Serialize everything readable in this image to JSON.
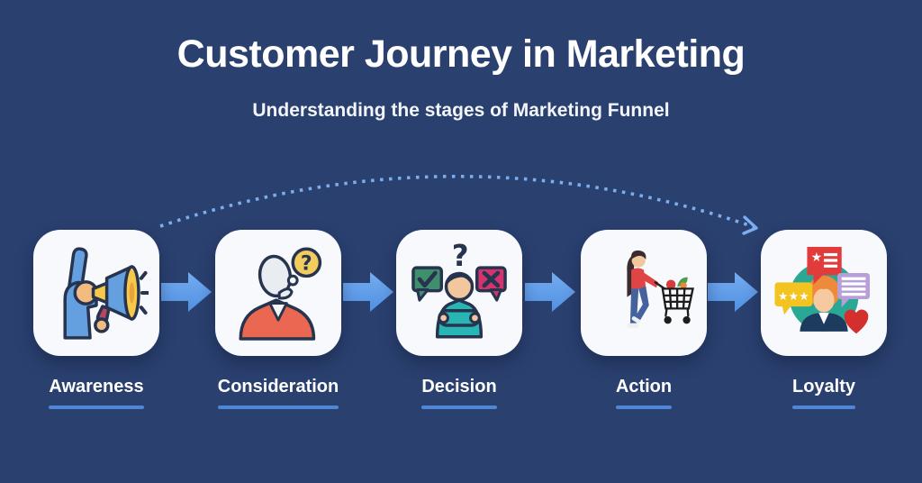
{
  "title": "Customer Journey in Marketing",
  "subtitle": "Understanding the stages of Marketing Funnel",
  "stages": [
    {
      "label": "Awareness",
      "icon": "megaphone-announcement-icon"
    },
    {
      "label": "Consideration",
      "icon": "thinking-question-icon"
    },
    {
      "label": "Decision",
      "icon": "yes-no-choice-icon"
    },
    {
      "label": "Action",
      "icon": "shopping-cart-purchase-icon"
    },
    {
      "label": "Loyalty",
      "icon": "customer-reviews-heart-icon"
    }
  ],
  "colors": {
    "background": "#2a406f",
    "card": "#f7f9fc",
    "arrow_top": "#74acf0",
    "arrow_bottom": "#5190e2",
    "label_underline": "#4f86d6",
    "dotted_arc": "#7aaef0",
    "text": "#ffffff"
  }
}
